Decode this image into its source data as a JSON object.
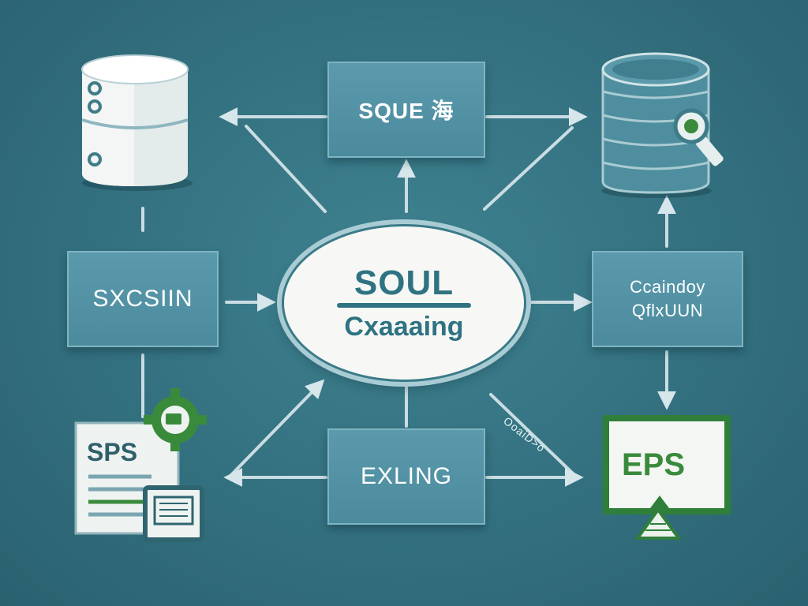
{
  "diagram": {
    "top_box": {
      "label": "SQUE 海"
    },
    "left_box": {
      "label": "SXCSIIN"
    },
    "right_box": {
      "lines": [
        "Ccaindoy",
        "QflxUUN"
      ]
    },
    "bottom_box": {
      "label": "EXLING"
    },
    "center": {
      "title": "SOUL",
      "subtitle": "Cxaaaing"
    },
    "annotation": "OoaiD>o",
    "icons": {
      "top_left": "database-icon",
      "top_right": "database-search-icon",
      "bottom_left": "sps-document-icon",
      "bottom_right": "eps-monitor-icon"
    },
    "documents": {
      "sps_label": "SPS",
      "eps_label": "EPS"
    }
  },
  "colors": {
    "background": "#33707f",
    "box_fill": "#4b8b9d",
    "box_border": "#7fb4c2",
    "ellipse_fill": "#f7f8f6",
    "accent_teal": "#2f7382",
    "accent_green": "#3a8a3c",
    "connector": "#c9dde2"
  }
}
